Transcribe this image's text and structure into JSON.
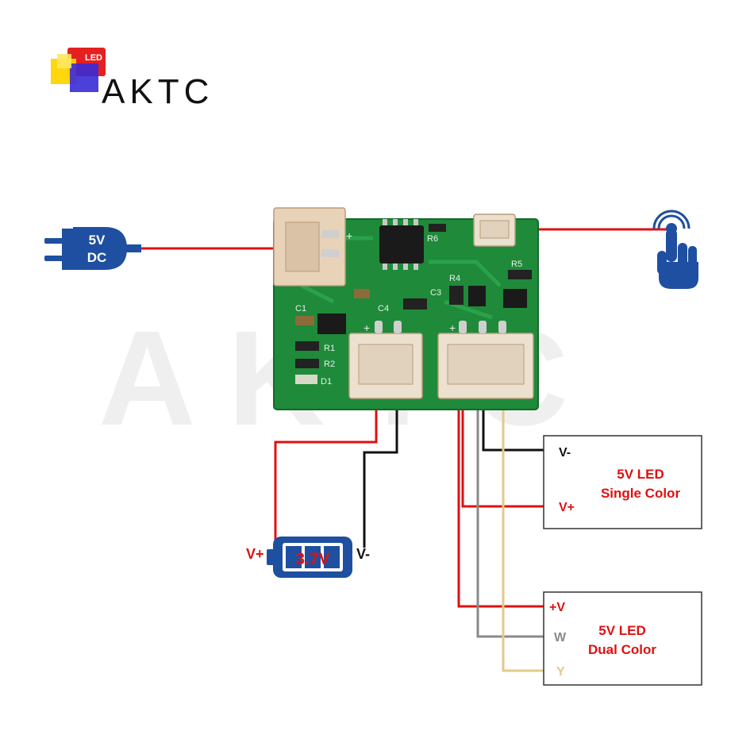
{
  "logo": {
    "brand": "AKTC",
    "badge": "LED"
  },
  "watermark": "AKTC",
  "power_plug": {
    "line1": "5V",
    "line2": "DC"
  },
  "battery": {
    "voltage": "3.7V",
    "plus_label": "V+",
    "minus_label": "V-"
  },
  "single_color_box": {
    "title1": "5V LED",
    "title2": "Single Color",
    "minus_label": "V-",
    "plus_label": "V+"
  },
  "dual_color_box": {
    "title1": "5V LED",
    "title2": "Dual Color",
    "plus_label": "+V",
    "w_label": "W",
    "y_label": "Y"
  },
  "pcb_silkscreen": {
    "r6": "R6",
    "r5": "R5",
    "r4": "R4",
    "c1": "C1",
    "c4": "C4",
    "c3": "C3",
    "r2": "R2",
    "r1": "R1",
    "d1": "D1",
    "plus": "+"
  },
  "colors": {
    "wire_red": "#e01010",
    "wire_black": "#111111",
    "wire_gray": "#8a8a8a",
    "wire_yellow": "#e3c98a",
    "icon_blue": "#1f4fa0",
    "pcb_green": "#1f8a3a",
    "label_red": "#e01010"
  },
  "icons": [
    "logo-icon",
    "power-plug-icon",
    "touch-hand-icon",
    "battery-icon"
  ]
}
